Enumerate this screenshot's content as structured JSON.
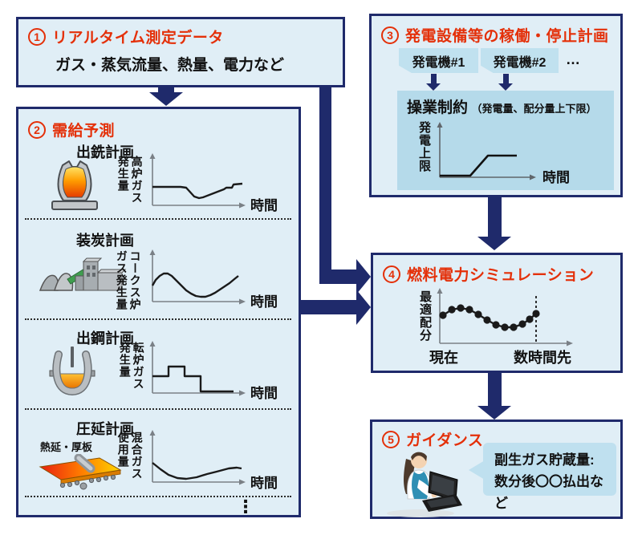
{
  "colors": {
    "accent_red": "#e43009",
    "navy": "#1f2a6b",
    "panel_bg": "#e0eef6",
    "inner_bg": "#b5daea",
    "tag_bg": "#c0e1ef",
    "bubble_bg": "#bfe0ef",
    "axis_gray": "#7a8086",
    "line_black": "#1a1a1a"
  },
  "box1": {
    "number": "1",
    "title": "リアルタイム測定データ",
    "subtitle": "ガス・蒸気流量、熱量、電力など"
  },
  "box2": {
    "number": "2",
    "title": "需給予測",
    "ellipsis": "⋮",
    "sections": [
      {
        "label": "出銑計画",
        "ylabel_right": "高炉ガス",
        "ylabel_left": "発生量",
        "xlabel": "時間",
        "icon": "blast-furnace-icon"
      },
      {
        "label": "装炭計画",
        "ylabel_right": "コークス炉",
        "ylabel_left": "ガス発生量",
        "xlabel": "時間",
        "icon": "coke-oven-icon"
      },
      {
        "label": "出鋼計画",
        "ylabel_right": "転炉ガス",
        "ylabel_left": "発生量",
        "xlabel": "時間",
        "icon": "converter-icon"
      },
      {
        "label": "圧延計画",
        "sublabel": "熱延・厚板",
        "ylabel_right": "混合ガス",
        "ylabel_left": "使用量",
        "xlabel": "時間",
        "icon": "rolling-mill-icon"
      }
    ]
  },
  "box3": {
    "number": "3",
    "title": "発電設備等の稼働・停止計画",
    "generators": [
      "発電機#1",
      "発電機#2"
    ],
    "more": "…",
    "constraint_title": "操業制約",
    "constraint_note": "（発電量、配分量上下限）",
    "chart": {
      "ylabel": "発電上限",
      "xlabel": "時間"
    }
  },
  "box4": {
    "number": "4",
    "title": "燃料電力シミュレーション",
    "chart": {
      "ylabel": "最適配分",
      "xlabel_left": "現在",
      "xlabel_right": "数時間先"
    }
  },
  "box5": {
    "number": "5",
    "title": "ガイダンス",
    "bubble_line1": "副生ガス貯蔵量:",
    "bubble_line2": "数分後〇〇払出など"
  },
  "chart_data": [
    {
      "id": "blast-furnace-gas",
      "type": "line",
      "ylabel": "高炉ガス発生量",
      "xlabel": "時間",
      "shape": "flat level, shallow dip, gradual stepped recovery",
      "points": [
        [
          4,
          43
        ],
        [
          39,
          43
        ],
        [
          46,
          44
        ],
        [
          56,
          55
        ],
        [
          62,
          57
        ],
        [
          67,
          56
        ],
        [
          80,
          51
        ],
        [
          93,
          46
        ],
        [
          96,
          44
        ],
        [
          103,
          44
        ],
        [
          105,
          40
        ],
        [
          116,
          39
        ]
      ]
    },
    {
      "id": "coke-oven-gas",
      "type": "line",
      "ylabel": "コークス炉ガス発生量",
      "xlabel": "時間",
      "shape": "rise to hump, dip to trough, steady rise",
      "points": [
        [
          4,
          46
        ],
        [
          8,
          39
        ],
        [
          13,
          34
        ],
        [
          18,
          31
        ],
        [
          23,
          31
        ],
        [
          28,
          34
        ],
        [
          34,
          40
        ],
        [
          40,
          46
        ],
        [
          46,
          52
        ],
        [
          52,
          56
        ],
        [
          58,
          59
        ],
        [
          64,
          60
        ],
        [
          70,
          60
        ],
        [
          76,
          58
        ],
        [
          82,
          55
        ],
        [
          88,
          51
        ],
        [
          94,
          47
        ],
        [
          100,
          43
        ],
        [
          106,
          38
        ],
        [
          111,
          34
        ]
      ]
    },
    {
      "id": "converter-gas",
      "type": "step",
      "ylabel": "転炉ガス発生量",
      "xlabel": "時間",
      "shape": "medium plateau, step up, step down, drop to low",
      "points": [
        [
          4,
          45
        ],
        [
          24,
          45
        ],
        [
          24,
          33
        ],
        [
          44,
          33
        ],
        [
          44,
          45
        ],
        [
          64,
          45
        ],
        [
          64,
          64
        ],
        [
          105,
          64
        ]
      ]
    },
    {
      "id": "mixed-gas-usage",
      "type": "line",
      "ylabel": "混合ガス使用量",
      "xlabel": "時間",
      "shape": "starts high, dips, gentle recovery and flattening",
      "points": [
        [
          4,
          42
        ],
        [
          14,
          50
        ],
        [
          24,
          57
        ],
        [
          35,
          61
        ],
        [
          46,
          62
        ],
        [
          59,
          60
        ],
        [
          72,
          56
        ],
        [
          84,
          53
        ],
        [
          99,
          49
        ],
        [
          109,
          48
        ],
        [
          115,
          49
        ]
      ]
    },
    {
      "id": "generation-upper-limit",
      "type": "step",
      "ylabel": "発電上限",
      "xlabel": "時間",
      "shape": "low flat, ramp up, high flat",
      "points": [
        [
          4,
          70
        ],
        [
          42,
          70
        ],
        [
          64,
          45
        ],
        [
          100,
          45
        ]
      ]
    },
    {
      "id": "optimal-allocation",
      "type": "line-dots",
      "ylabel": "最適配分",
      "xlabel_left": "現在",
      "xlabel_right": "数時間先",
      "shape": "mid start, small peak, dip to trough, recovery toward forecast horizon",
      "points": [
        [
          8,
          37
        ],
        [
          19,
          30
        ],
        [
          30,
          28
        ],
        [
          41,
          30
        ],
        [
          52,
          36
        ],
        [
          63,
          43
        ],
        [
          74,
          49
        ],
        [
          85,
          52
        ],
        [
          96,
          52
        ],
        [
          107,
          48
        ],
        [
          116,
          42
        ],
        [
          124,
          35
        ]
      ]
    }
  ]
}
